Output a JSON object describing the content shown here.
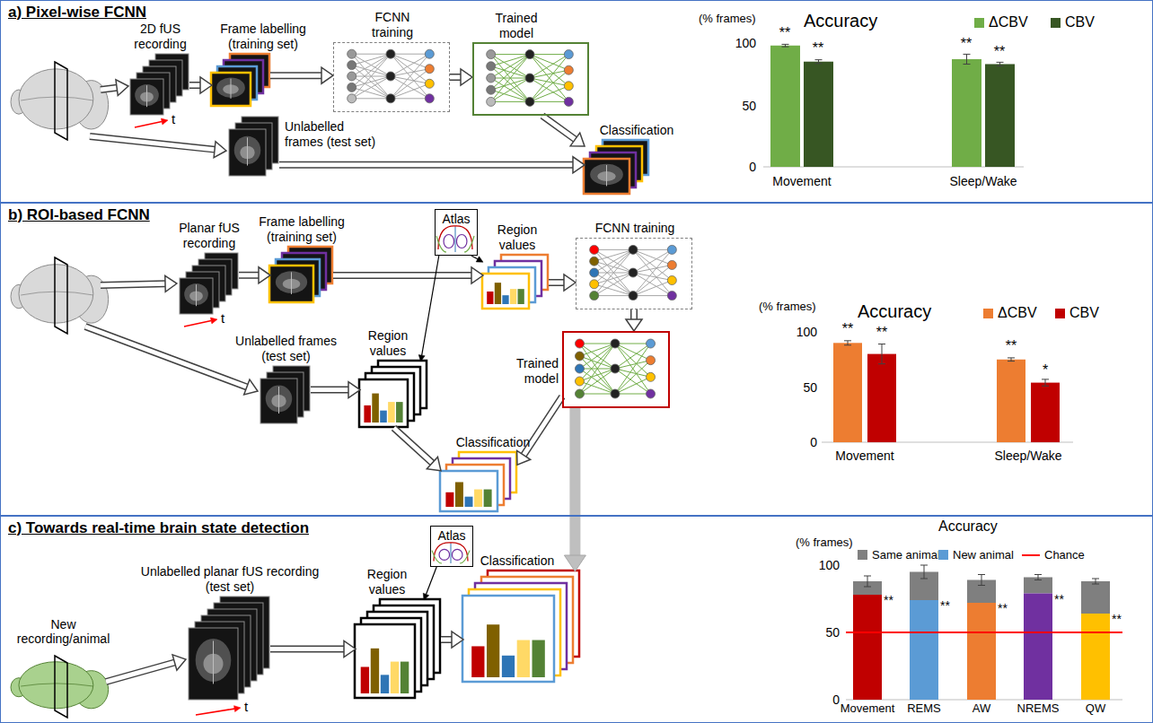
{
  "diagram": {
    "nodes": [
      {
        "text": [
          "a) Pixel-wise FCNN"
        ]
      },
      {
        "text": [
          "2D fUS recording"
        ],
        "in": 0
      },
      {
        "text": [
          "Frame labelling (training set)"
        ],
        "in": 0
      },
      {
        "text": [
          "FCNN training"
        ],
        "in": 0
      },
      {
        "text": [
          "Trained model"
        ],
        "in": 0
      },
      {
        "text": [
          "Unlabelled frames (test set)"
        ],
        "in": 0
      },
      {
        "text": [
          "Classification"
        ],
        "in": 0
      },
      {
        "text": [
          "b) ROI-based FCNN"
        ]
      },
      {
        "text": [
          "Planar fUS recording"
        ],
        "in": 7
      },
      {
        "text": [
          "Frame labelling (training set)"
        ],
        "in": 7
      },
      {
        "text": [
          "Atlas"
        ],
        "in": 7
      },
      {
        "text": [
          "Region values"
        ],
        "in": 7
      },
      {
        "text": [
          "FCNN training"
        ],
        "in": 7
      },
      {
        "text": [
          "Trained model"
        ],
        "in": 7
      },
      {
        "text": [
          "Unlabelled frames (test set)"
        ],
        "in": 7
      },
      {
        "text": [
          "Region values"
        ],
        "in": 7
      },
      {
        "text": [
          "Classification"
        ],
        "in": 7
      },
      {
        "text": [
          "c) Towards real-time brain state detection"
        ]
      },
      {
        "text": [
          "Unlabelled planar fUS recording (test set)"
        ],
        "in": 17
      },
      {
        "text": [
          "Atlas"
        ],
        "in": 17
      },
      {
        "text": [
          "Region values"
        ],
        "in": 17
      },
      {
        "text": [
          "Classification"
        ],
        "in": 17
      }
    ],
    "edges": [
      {
        "from": 1,
        "to": 2,
        "arrow": "to"
      },
      {
        "from": 2,
        "to": 3,
        "arrow": "to"
      },
      {
        "from": 3,
        "to": 4,
        "arrow": "to"
      },
      {
        "from": 4,
        "to": 6,
        "arrow": "to"
      },
      {
        "from": 5,
        "to": 6,
        "arrow": "to"
      },
      {
        "from": 8,
        "to": 9,
        "arrow": "to"
      },
      {
        "from": 9,
        "to": 11,
        "arrow": "to"
      },
      {
        "from": 10,
        "to": 11,
        "arrow": "to"
      },
      {
        "from": 11,
        "to": 12,
        "arrow": "to"
      },
      {
        "from": 12,
        "to": 13,
        "arrow": "to"
      },
      {
        "from": 13,
        "to": 16,
        "arrow": "to"
      },
      {
        "from": 14,
        "to": 15,
        "arrow": "to"
      },
      {
        "from": 10,
        "to": 15,
        "arrow": "to"
      },
      {
        "from": 15,
        "to": 16,
        "arrow": "to"
      },
      {
        "from": 13,
        "to": 21,
        "arrow": "to"
      },
      {
        "from": 18,
        "to": 20,
        "arrow": "to"
      },
      {
        "from": 19,
        "to": 20,
        "arrow": "to"
      },
      {
        "from": 20,
        "to": 21,
        "arrow": "to"
      }
    ],
    "labels": [
      "t",
      "t",
      "New recording/animal",
      "t",
      "(% frames)",
      "Accuracy",
      "100",
      "50",
      "0",
      "**",
      "**",
      "**",
      "**",
      "Movement",
      "Sleep/Wake",
      "(% frames)",
      "Accuracy",
      "100",
      "50",
      "0",
      "**",
      "**",
      "**",
      "*",
      "Movement",
      "Sleep/Wake",
      "Accuracy",
      "(% frames)",
      "100",
      "50",
      "0",
      "**",
      "**",
      "**",
      "**",
      "**",
      "Movement",
      "REMS",
      "AW",
      "NREMS",
      "QW"
    ],
    "legend": [
      {
        "text": "ΔCBV",
        "color": "#70AD47"
      },
      {
        "text": "CBV",
        "color": "#375623"
      },
      {
        "text": "ΔCBV",
        "color": "#ED7D31"
      },
      {
        "text": "CBV",
        "color": "#C00000"
      },
      {
        "text": "Same animal",
        "color": "#808080"
      },
      {
        "text": "New animal",
        "color": "#5B9BD5"
      },
      {
        "text": "Chance"
      }
    ]
  }
}
